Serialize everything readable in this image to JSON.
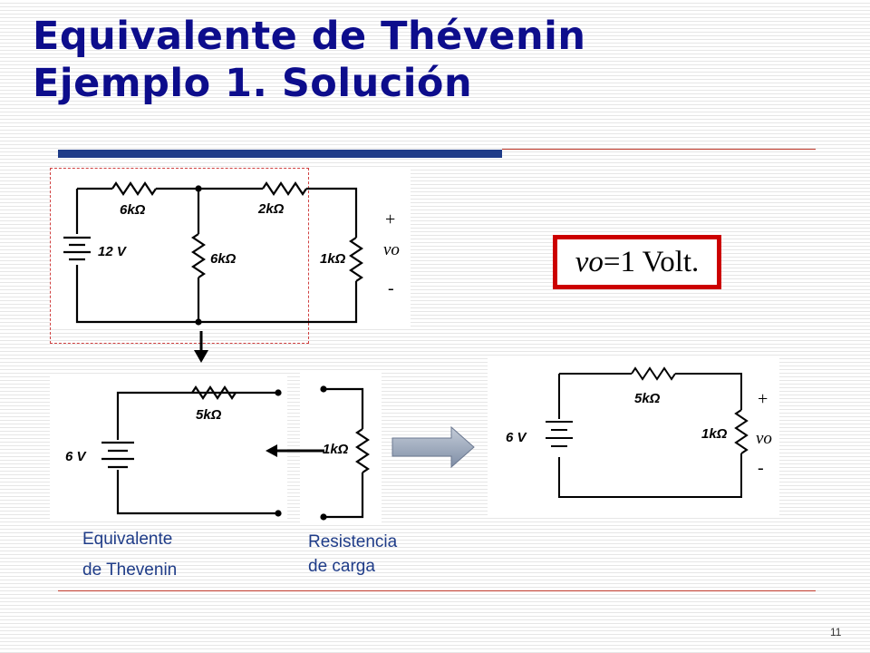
{
  "slide": {
    "title_line1": "Equivalente de Thévenin",
    "title_line2": "Ejemplo 1. Solución",
    "page_number": "11"
  },
  "original_circuit": {
    "source": "12 V",
    "resistors": [
      "6kΩ",
      "6kΩ",
      "2kΩ",
      "1kΩ"
    ],
    "output_plus": "+",
    "output_label": "vo",
    "output_minus": "-"
  },
  "thevenin_equivalent": {
    "source": "6 V",
    "resistor": "5kΩ",
    "caption_line1": "Equivalente",
    "caption_line2": "de Thevenin"
  },
  "load": {
    "resistor": "1kΩ",
    "caption_line1": "Resistencia",
    "caption_line2": "de carga"
  },
  "final_circuit": {
    "source": "6 V",
    "resistor_series": "5kΩ",
    "resistor_load": "1kΩ",
    "output_plus": "+",
    "output_label": "vo",
    "output_minus": "-"
  },
  "result": {
    "variable": "vo",
    "expression": "=1 Volt."
  },
  "colors": {
    "title": "#0d0d8c",
    "accent_bar": "#1f3c88",
    "result_border": "#cc0000",
    "caption": "#1f3c88",
    "arrow_fill": "#9aa6b8"
  }
}
